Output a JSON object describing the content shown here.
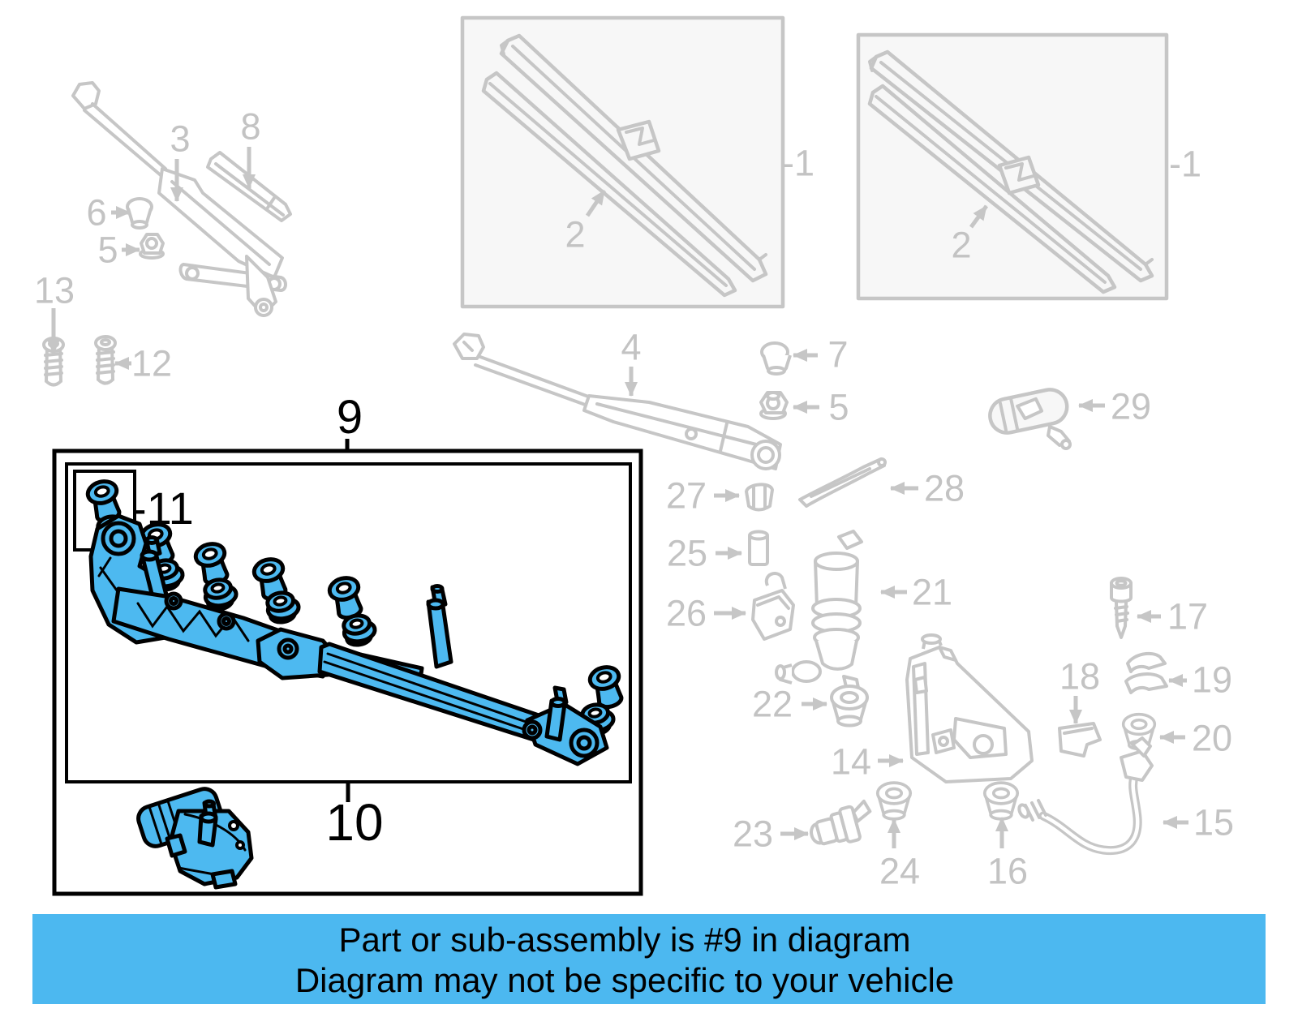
{
  "banner": {
    "line1": "Part or sub-assembly is #9 in diagram",
    "line2": "Diagram may not be specific to your vehicle"
  },
  "colors": {
    "highlight": "#4db9f0",
    "banner": "#4cb8f0",
    "line": "#c6c6c6",
    "label": "#c3c3c3",
    "ink": "#000000"
  },
  "highlighted_part_number": "9",
  "callouts": {
    "1L": {
      "label": "-1"
    },
    "2L": {
      "label": "2"
    },
    "1R": {
      "label": "-1"
    },
    "2R": {
      "label": "2"
    },
    "3": {
      "label": "3"
    },
    "4": {
      "label": "4"
    },
    "5L": {
      "label": "5"
    },
    "5R": {
      "label": "5"
    },
    "6": {
      "label": "6"
    },
    "7": {
      "label": "7"
    },
    "8": {
      "label": "8"
    },
    "9": {
      "label": "9"
    },
    "10": {
      "label": "10"
    },
    "11": {
      "label": "-11"
    },
    "12": {
      "label": "12"
    },
    "13": {
      "label": "13"
    },
    "14": {
      "label": "14"
    },
    "15": {
      "label": "15"
    },
    "16": {
      "label": "16"
    },
    "17": {
      "label": "17"
    },
    "18": {
      "label": "18"
    },
    "19": {
      "label": "19"
    },
    "20": {
      "label": "20"
    },
    "21": {
      "label": "21"
    },
    "22": {
      "label": "22"
    },
    "23": {
      "label": "23"
    },
    "24": {
      "label": "24"
    },
    "25": {
      "label": "25"
    },
    "26": {
      "label": "26"
    },
    "27": {
      "label": "27"
    },
    "28": {
      "label": "28"
    },
    "29": {
      "label": "29"
    }
  }
}
